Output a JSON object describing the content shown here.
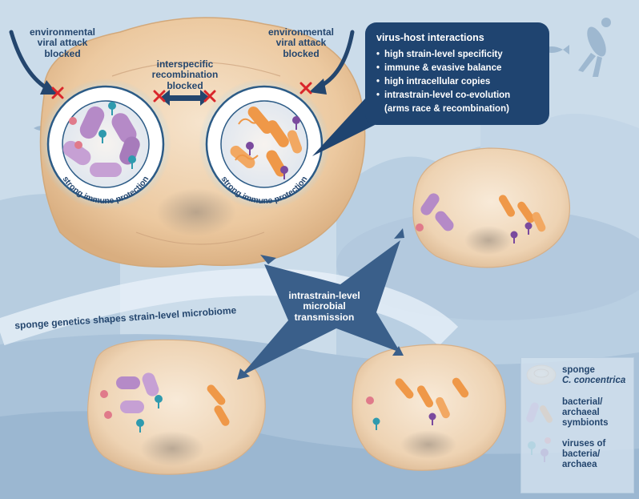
{
  "labels": {
    "env_left": [
      "environmental",
      "viral attack",
      "blocked"
    ],
    "env_right": [
      "environmental",
      "viral attack",
      "blocked"
    ],
    "interspecific": [
      "interspecific",
      "recombination",
      "blocked"
    ],
    "immune_left": "strong immune protection",
    "immune_right": "strong immune protection",
    "genetics": "sponge genetics shapes strain-level microbiome",
    "transmission": [
      "intrastrain-level",
      "microbial",
      "transmission"
    ]
  },
  "virus_host_box": {
    "title": "virus-host interactions",
    "items": [
      "high strain-level specificity",
      "immune & evasive balance",
      "high intracellular copies",
      "intrastrain-level co-evolution"
    ],
    "continuation": "(arms race & recombination)"
  },
  "legend": {
    "sponge": [
      "sponge",
      "C. concentrica"
    ],
    "symbionts": [
      "bacterial/",
      "archaeal",
      "symbionts"
    ],
    "viruses": [
      "viruses of",
      "bacteria/",
      "archaea"
    ]
  },
  "colors": {
    "sea_bg": "#c9dbea",
    "navy": "#1f4470",
    "sponge": "#e8c9a3",
    "sponge_rim": "#f4e6d2",
    "purple_symbiont": "#b58ac7",
    "orange_symbiont": "#ef9848",
    "virus_teal": "#2f9aae",
    "virus_purple": "#7a4a9e",
    "pink_particle": "#e07a8a",
    "blocked_x": "#d9262b"
  }
}
